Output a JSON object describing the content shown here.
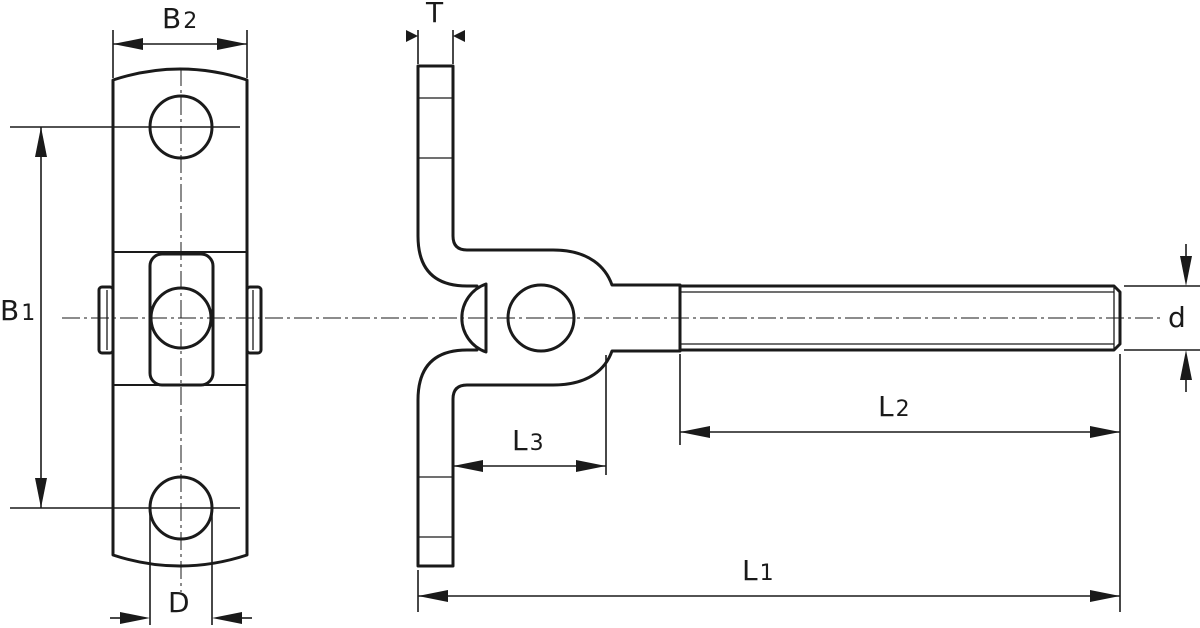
{
  "dimensions": {
    "b1": {
      "main": "B",
      "sub": "1"
    },
    "b2": {
      "main": "B",
      "sub": "2"
    },
    "d_hole": {
      "main": "D"
    },
    "t": {
      "main": "T"
    },
    "d_thread": {
      "main": "d"
    },
    "l1": {
      "main": "L",
      "sub": "1"
    },
    "l2": {
      "main": "L",
      "sub": "2"
    },
    "l3": {
      "main": "L",
      "sub": "3"
    }
  }
}
